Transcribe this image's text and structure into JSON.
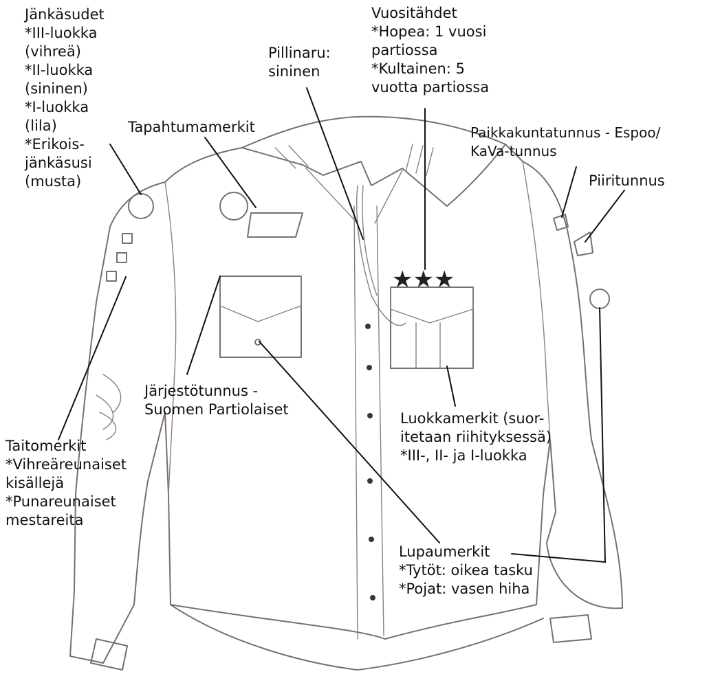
{
  "labels": {
    "jankasudet": {
      "title": "Jänkäsudet",
      "lines": [
        "*III-luokka",
        "(vihreä)",
        "*II-luokka",
        "(sininen)",
        "*I-luokka",
        "(lila)",
        "*Erikois-",
        "jänkäsusi",
        "(musta)"
      ]
    },
    "tapahtumamerkit": {
      "title": "Tapahtumamerkit"
    },
    "pillinaru": {
      "lines": [
        "Pillinaru:",
        "sininen"
      ]
    },
    "vuositahdet": {
      "title": "Vuositähdet",
      "lines": [
        "*Hopea: 1 vuosi",
        "partiossa",
        "*Kultainen: 5",
        "vuotta partiossa"
      ]
    },
    "paikkakunta": {
      "lines": [
        "Paikkakuntatunnus - Espoo/",
        "KaVa-tunnus"
      ]
    },
    "piiritunnus": {
      "title": "Piiritunnus"
    },
    "jarjestotunnus": {
      "lines": [
        "Järjestötunnus -",
        "Suomen Partiolaiset"
      ]
    },
    "luokkamerkit": {
      "lines": [
        "Luokkamerkit  (suor-",
        "itetaan riihityksessä)",
        "*III-, II- ja I-luokka"
      ]
    },
    "taitomerkit": {
      "title": "Taitomerkit",
      "lines": [
        "*Vihreäreunaiset",
        "kisällejä",
        "*Punareunaiset",
        "mestareita"
      ]
    },
    "lupaumerkit": {
      "title": "Lupaumerkit",
      "lines": [
        "*Tytöt: oikea tasku",
        "*Pojat: vasen hiha"
      ]
    }
  },
  "colors": {
    "ink": "#111111",
    "pencil": "#7a6f6b"
  }
}
